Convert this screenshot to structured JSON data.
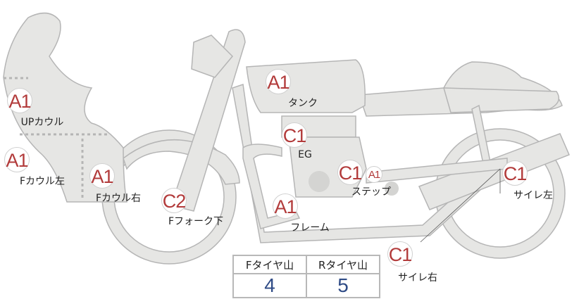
{
  "markers": [
    {
      "grade": "A1",
      "label": "UPカウル"
    },
    {
      "grade": "A1",
      "label": "Fカウル左"
    },
    {
      "grade": "A1",
      "label": "Fカウル右"
    },
    {
      "grade": "C2",
      "label": "Fフォーク下"
    },
    {
      "grade": "A1",
      "label": "タンク"
    },
    {
      "grade": "C1",
      "label": "EG"
    },
    {
      "grade": "C1",
      "grade_secondary": "A1",
      "label": "ステップ"
    },
    {
      "grade": "A1",
      "label": "フレーム"
    },
    {
      "grade": "C1",
      "label": "サイレ左"
    },
    {
      "grade": "C1",
      "label": "サイレ右"
    }
  ],
  "tire_table": {
    "headers": [
      "Fタイヤ山",
      "Rタイヤ山"
    ],
    "values": [
      "4",
      "5"
    ]
  },
  "colors": {
    "grade": "#b23b3b",
    "value": "#2f4b86",
    "body": "#e6e6e4",
    "outline": "#b5b5b5"
  }
}
